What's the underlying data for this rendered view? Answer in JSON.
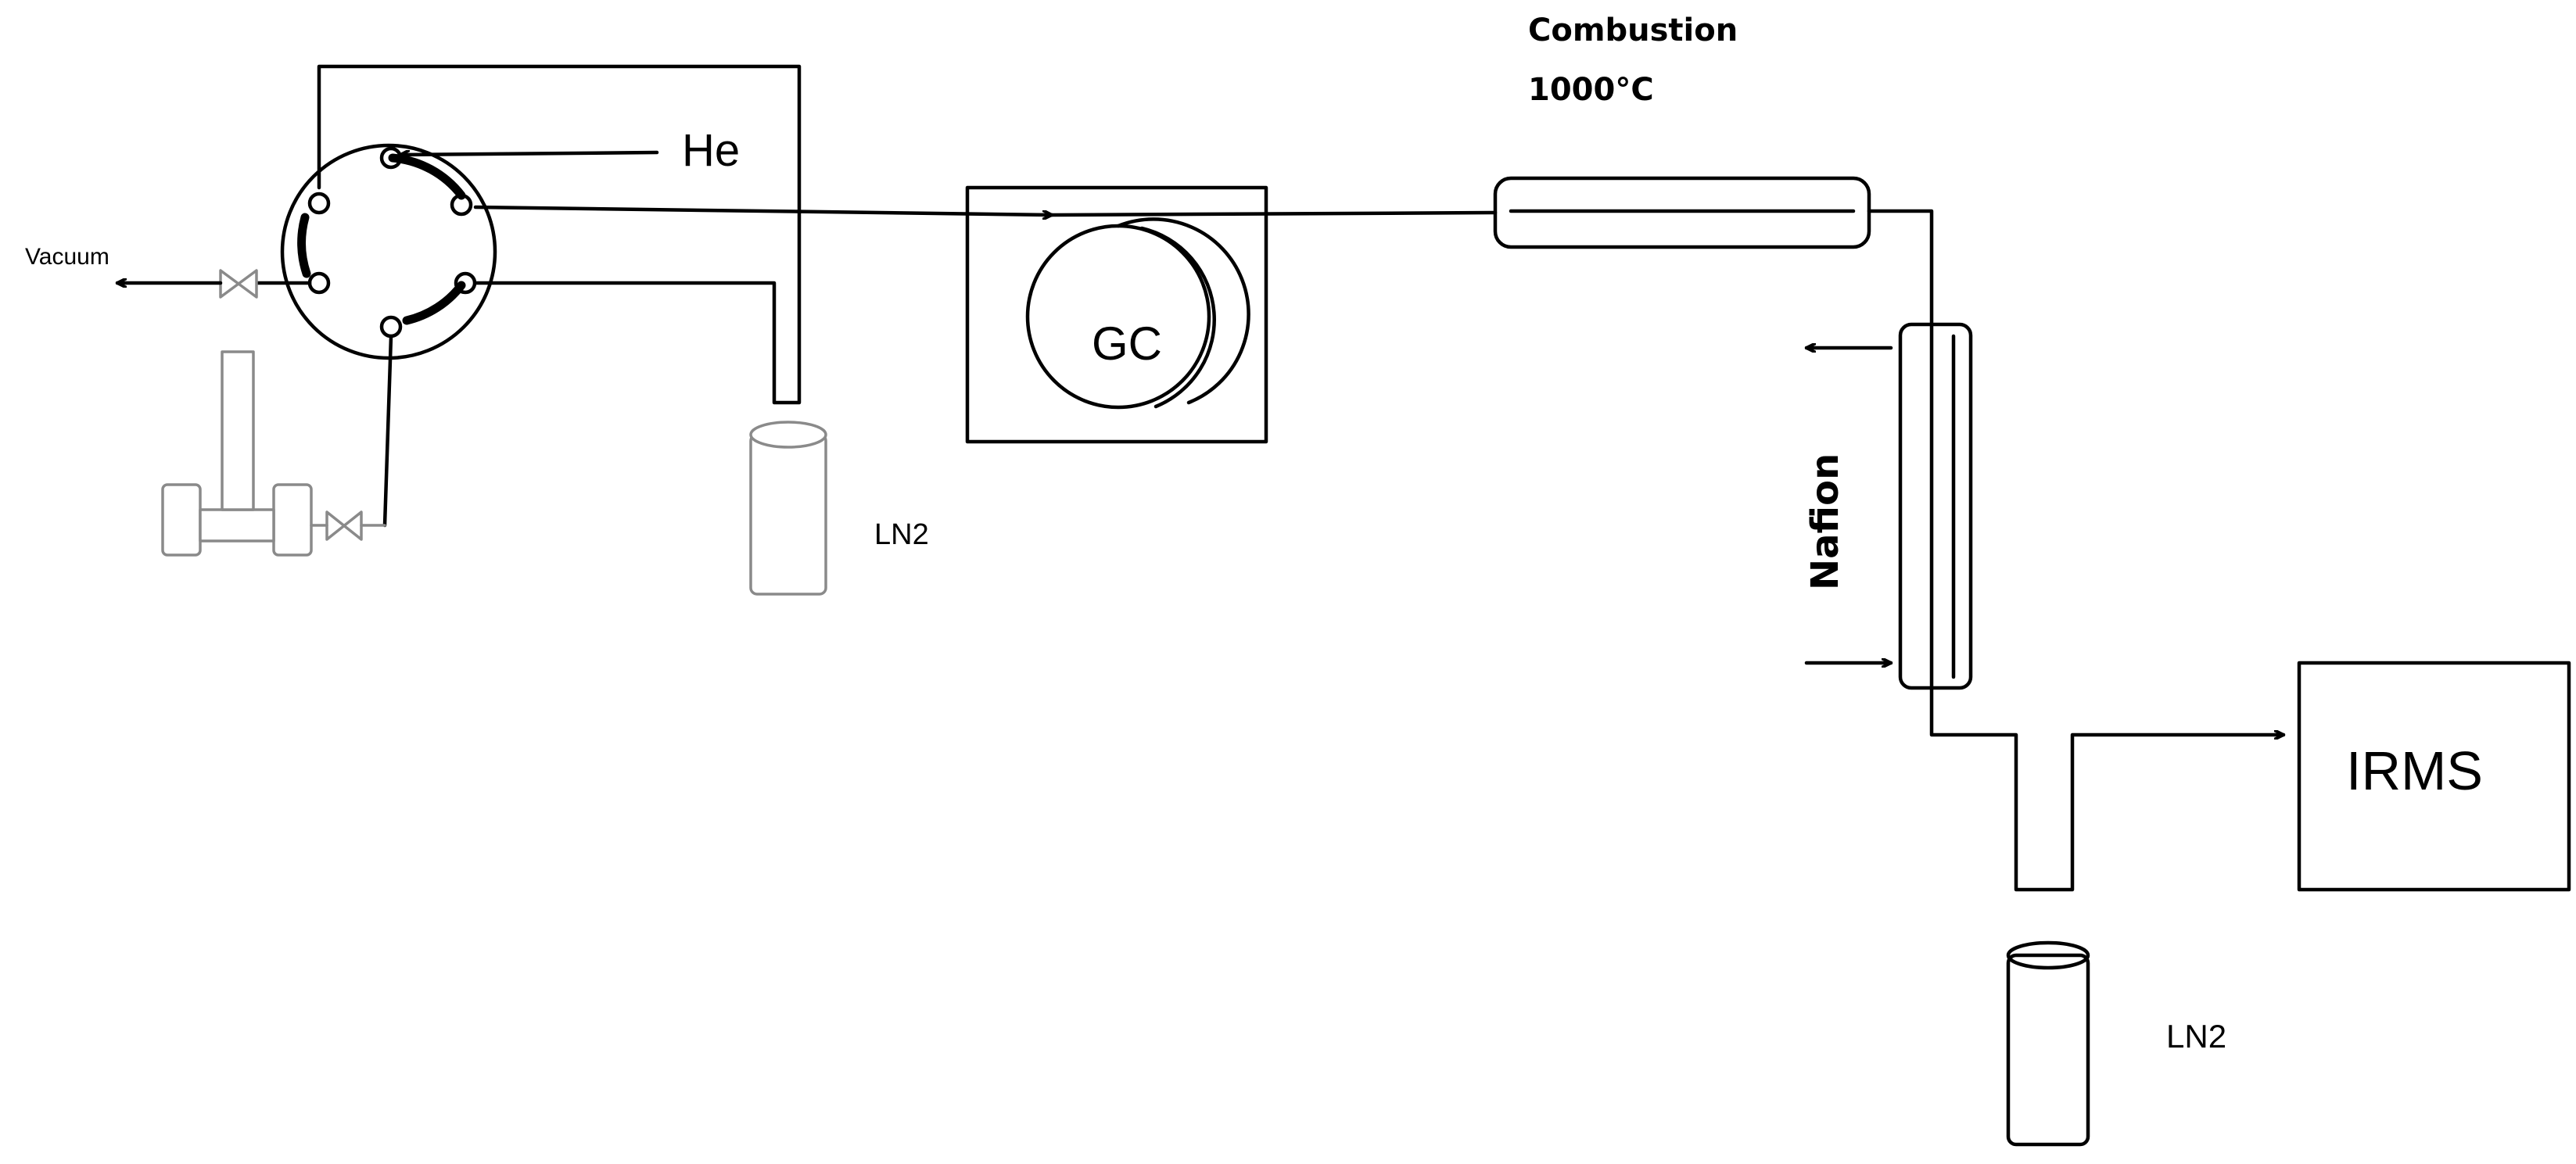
{
  "labels": {
    "he": "He",
    "vacuum": "Vacuum",
    "gc": "GC",
    "combustion_line1": "Combustion",
    "combustion_line2": "1000°C",
    "nafion": "Nafion",
    "irms": "IRMS",
    "ln2_left": "LN2",
    "ln2_right": "LN2"
  },
  "colors": {
    "line": "#000000",
    "faint_apparatus": "#8a8a8a",
    "background": "#ffffff"
  }
}
